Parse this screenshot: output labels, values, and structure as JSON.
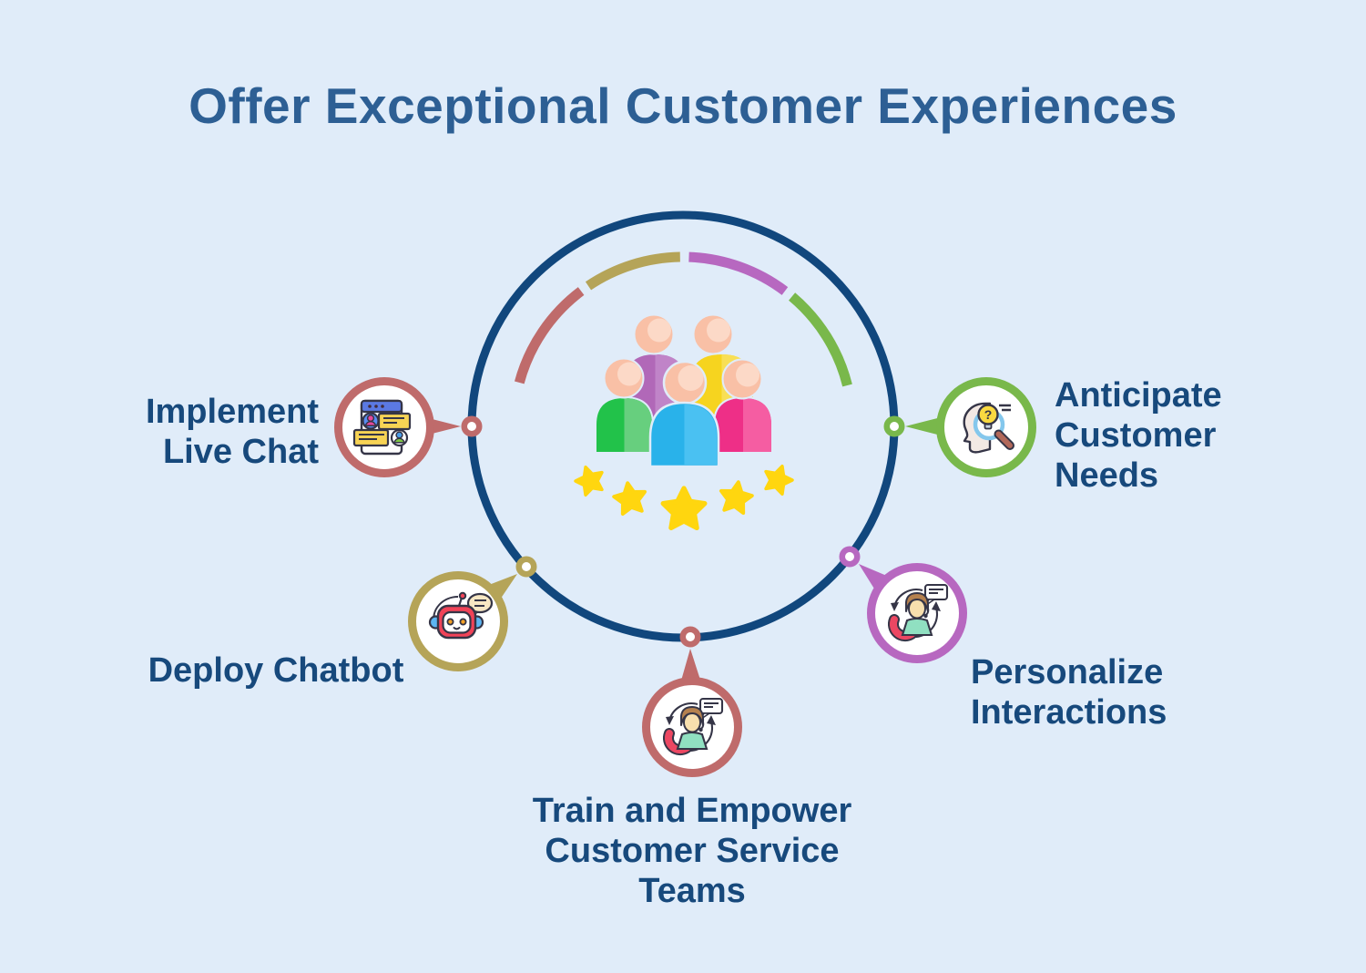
{
  "title": {
    "text": "Offer Exceptional Customer Experiences",
    "color": "#2d5f94"
  },
  "style": {
    "background": "#e0ecf9",
    "label_color": "#17497c",
    "main_circle_color": "#11477d"
  },
  "center_illustration": {
    "description": "group of five customers with five-star rating",
    "star_count": 5,
    "star_color": "#ffd60f",
    "skin_color": "#f9c0a6",
    "people_colors": {
      "green": "#22c24a",
      "purple": "#b168b8",
      "blue": "#29b2ea",
      "yellow": "#f6d41f",
      "pink": "#ee2f87"
    }
  },
  "arc_segments": [
    {
      "name": "arc-segment-maroon",
      "color": "#bf6b6b"
    },
    {
      "name": "arc-segment-olive",
      "color": "#b5a458"
    },
    {
      "name": "arc-segment-purple",
      "color": "#b768c0"
    },
    {
      "name": "arc-segment-green",
      "color": "#79b84b"
    }
  ],
  "nodes": [
    {
      "id": "implement-live-chat",
      "label": "Implement Live Chat",
      "lines": [
        "Implement",
        "Live Chat"
      ],
      "color": "#bf6b6b",
      "icon": "live-chat-icon"
    },
    {
      "id": "anticipate-customer-needs",
      "label": "Anticipate Customer Needs",
      "lines": [
        "Anticipate",
        "Customer",
        "Needs"
      ],
      "color": "#79b84b",
      "icon": "head-lightbulb-magnifier-icon"
    },
    {
      "id": "deploy-chatbot",
      "label": "Deploy Chatbot",
      "lines": [
        "Deploy Chatbot"
      ],
      "color": "#b5a458",
      "icon": "chatbot-robot-icon"
    },
    {
      "id": "personalize-interactions",
      "label": "Personalize Interactions",
      "lines": [
        "Personalize",
        "Interactions"
      ],
      "color": "#b768c0",
      "icon": "support-agent-icon"
    },
    {
      "id": "train-and-empower-customer-service-teams",
      "label": "Train and Empower Customer Service Teams",
      "lines": [
        "Train and Empower",
        "Customer Service",
        "Teams"
      ],
      "color": "#bf6b6b",
      "icon": "support-agent-icon"
    }
  ]
}
